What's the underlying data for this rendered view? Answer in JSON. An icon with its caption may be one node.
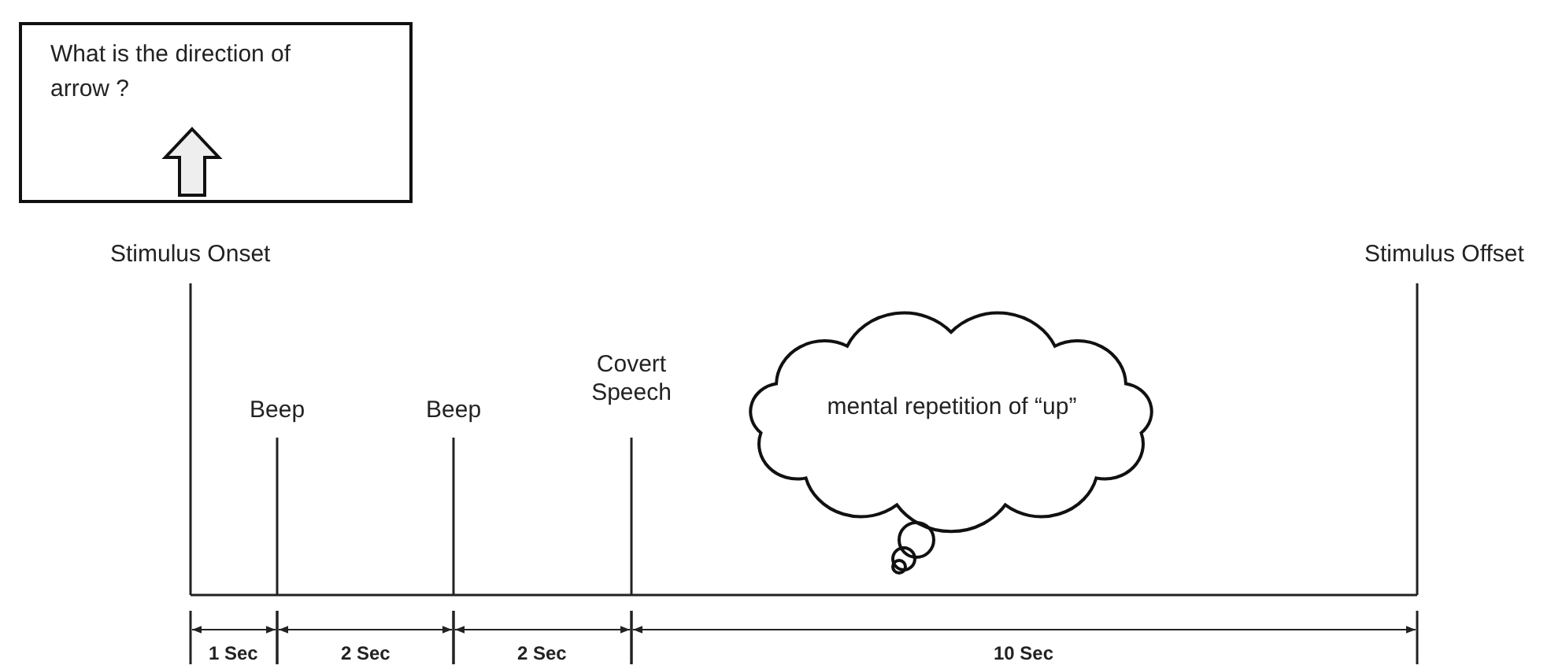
{
  "diagram": {
    "nodes": [
      {
        "text": [
          "What is the direction of arrow ?"
        ]
      },
      {
        "text": [
          "mental repetition of “up”"
        ]
      }
    ],
    "labels": [
      "Stimulus Onset",
      "Stimulus Offset",
      "Beep",
      "Beep",
      "Covert Speech",
      "1 Sec",
      "2 Sec",
      "2 Sec",
      "10 Sec"
    ]
  }
}
